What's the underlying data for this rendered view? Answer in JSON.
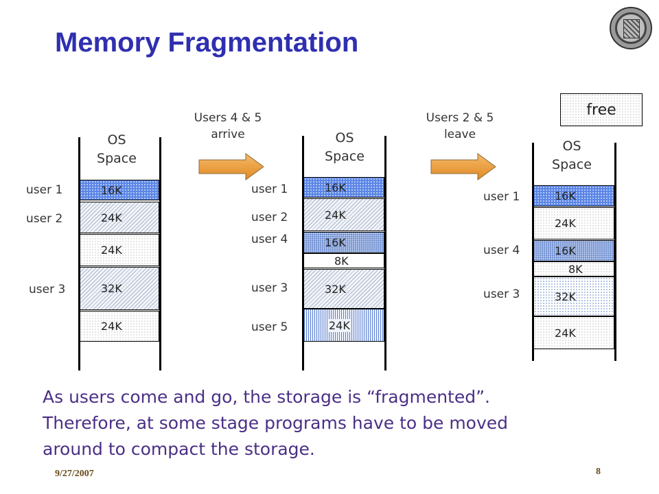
{
  "title": "Memory Fragmentation",
  "seal_icon": "university-seal-icon",
  "legend": {
    "free_label": "free"
  },
  "transitions": [
    {
      "line1": "Users 4 & 5",
      "line2": "arrive",
      "icon": "right-arrow-icon"
    },
    {
      "line1": "Users 2 & 5",
      "line2": "leave",
      "icon": "right-arrow-icon"
    }
  ],
  "columns": [
    {
      "os_line1": "OS",
      "os_line2": "Space",
      "user_labels": [
        "user 1",
        "user 2",
        "user 3"
      ],
      "blocks": [
        "16K",
        "24K",
        "24K",
        "32K",
        "24K"
      ]
    },
    {
      "os_line1": "OS",
      "os_line2": "Space",
      "user_labels": [
        "user 1",
        "user 2",
        "user 4",
        "user 3",
        "user 5"
      ],
      "blocks": [
        "16K",
        "24K",
        "16K",
        "8K",
        "32K",
        "24K"
      ]
    },
    {
      "os_line1": "OS",
      "os_line2": "Space",
      "user_labels": [
        "user 1",
        "user 4",
        "user 3"
      ],
      "blocks": [
        "16K",
        "24K",
        "16K",
        "8K",
        "32K",
        "24K"
      ]
    }
  ],
  "body_text": [
    "As users come and go, the storage is “fragmented”.",
    "Therefore, at some stage programs have to be moved",
    "around to compact the storage."
  ],
  "footer": {
    "date": "9/27/2007",
    "page_number": "8"
  }
}
